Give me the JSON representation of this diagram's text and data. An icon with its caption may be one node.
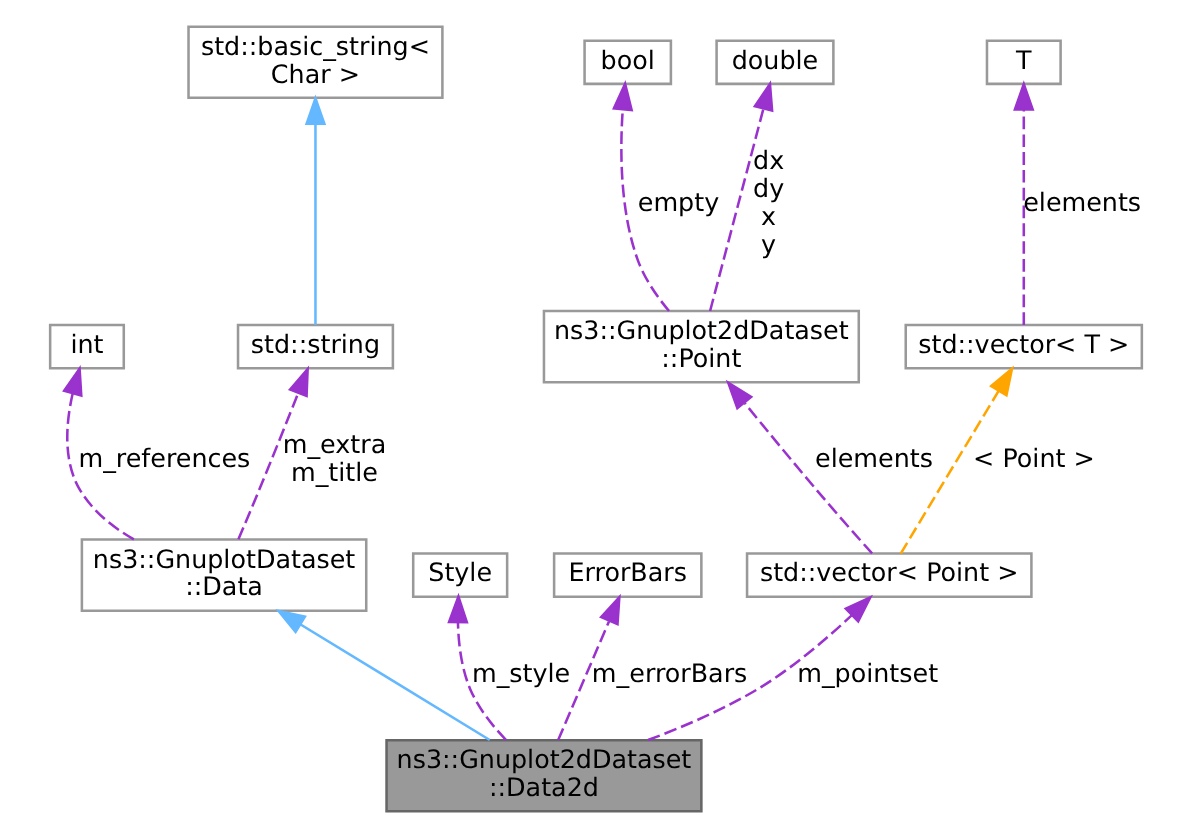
{
  "diagram": {
    "nodes": [
      {
        "text": [
          "std::basic_string< Char >"
        ]
      },
      {
        "text": [
          "bool"
        ]
      },
      {
        "text": [
          "double"
        ]
      },
      {
        "text": [
          "T"
        ]
      },
      {
        "text": [
          "int"
        ]
      },
      {
        "text": [
          "std::string"
        ]
      },
      {
        "text": [
          "ns3::Gnuplot2dDataset ::Point"
        ]
      },
      {
        "text": [
          "std::vector< T >"
        ]
      },
      {
        "text": [
          "ns3::GnuplotDataset ::Data"
        ]
      },
      {
        "text": [
          "Style"
        ]
      },
      {
        "text": [
          "ErrorBars"
        ]
      },
      {
        "text": [
          "std::vector< Point >"
        ]
      },
      {
        "text": [
          "ns3::Gnuplot2dDataset ::Data2d"
        ]
      }
    ],
    "edges": [
      {
        "from": 12,
        "to": 8,
        "arrow": "to",
        "color": "#63b8ff"
      },
      {
        "from": 12,
        "to": 9,
        "arrow": "to",
        "label": "m_style",
        "style": "dashed"
      },
      {
        "from": 12,
        "to": 10,
        "arrow": "to",
        "label": "m_errorBars",
        "style": "dashed"
      },
      {
        "from": 12,
        "to": 11,
        "arrow": "to",
        "label": "m_pointset",
        "style": "dashed"
      },
      {
        "from": 8,
        "to": 4,
        "arrow": "to",
        "label": "m_references",
        "style": "dashed"
      },
      {
        "from": 8,
        "to": 5,
        "arrow": "to",
        "label": "m_extra m_title",
        "style": "dashed"
      },
      {
        "from": 5,
        "to": 0,
        "arrow": "to",
        "color": "#63b8ff"
      },
      {
        "from": 11,
        "to": 6,
        "arrow": "to",
        "label": "elements",
        "style": "dashed"
      },
      {
        "from": 11,
        "to": 7,
        "arrow": "to",
        "label": "< Point >",
        "style": "dashed",
        "color": "#ffa500"
      },
      {
        "from": 6,
        "to": 1,
        "arrow": "to",
        "label": "empty",
        "style": "dashed"
      },
      {
        "from": 6,
        "to": 2,
        "arrow": "to",
        "label": "dx dy x y",
        "style": "dashed"
      },
      {
        "from": 7,
        "to": 3,
        "arrow": "to",
        "label": "elements",
        "style": "dashed"
      }
    ]
  }
}
